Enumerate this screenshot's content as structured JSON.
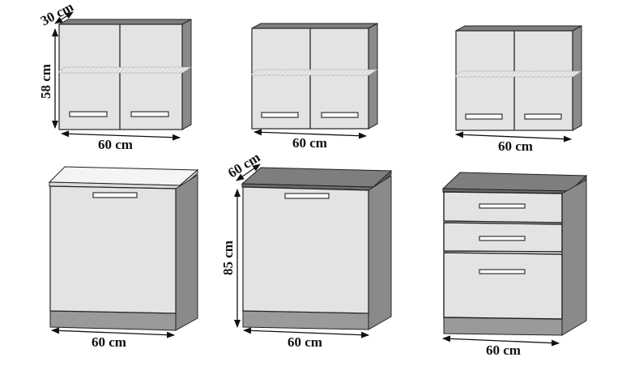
{
  "colors": {
    "front": "#e3e3e3",
    "carcass_side": "#8a8a8a",
    "top_dark": "#7e7e7e",
    "top_light": "#f4f4f4",
    "plinth": "#9a9a9a",
    "line": "#222222"
  },
  "wall_cabinets": [
    {
      "width_label": "60 cm",
      "height_label": "58 cm",
      "depth_label": "30 cm"
    },
    {
      "width_label": "60 cm"
    },
    {
      "width_label": "60 cm"
    }
  ],
  "base_cabinets": [
    {
      "width_label": "60 cm",
      "type": "single-door, light worktop"
    },
    {
      "width_label": "60 cm",
      "height_label": "85 cm",
      "depth_label": "60 cm",
      "type": "single-door, dark worktop"
    },
    {
      "width_label": "60 cm",
      "type": "three-drawer"
    }
  ]
}
